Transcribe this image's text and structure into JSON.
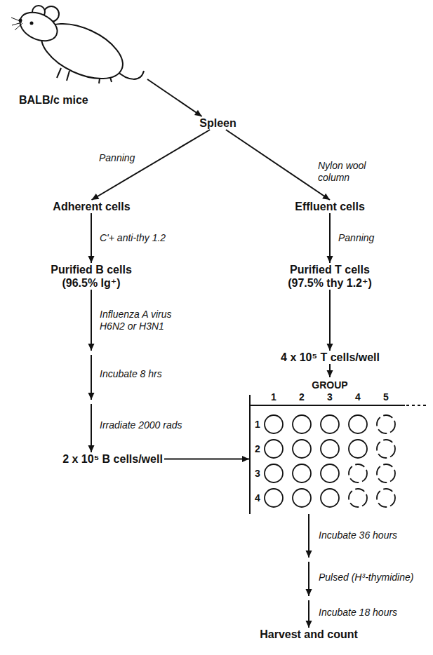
{
  "diagram": {
    "nodes": [
      {
        "text": [
          "BALB/c mice"
        ]
      },
      {
        "text": [
          "Spleen"
        ]
      },
      {
        "text": [
          "Adherent cells"
        ]
      },
      {
        "text": [
          "Effluent cells"
        ]
      },
      {
        "text": [
          "Purified B cells",
          "(96.5% Ig⁺)"
        ]
      },
      {
        "text": [
          "Purified T cells",
          "(97.5% thy 1.2⁺)"
        ]
      },
      {
        "text": [
          "2 x 10⁵ B cells/well"
        ]
      },
      {
        "text": [
          "4 x 10⁵ T cells/well"
        ]
      },
      {
        "text": [
          "GROUP"
        ]
      },
      {
        "text": [
          "Harvest and count"
        ]
      }
    ],
    "edges": [
      {
        "from": 0,
        "to": 1,
        "arrow": "to"
      },
      {
        "from": 1,
        "to": 2,
        "arrow": "to",
        "label": "Panning"
      },
      {
        "from": 1,
        "to": 3,
        "arrow": "to",
        "label": "Nylon wool column"
      },
      {
        "from": 2,
        "to": 4,
        "arrow": "to",
        "label": "C'+ anti-thy 1.2"
      },
      {
        "from": 3,
        "to": 5,
        "arrow": "to",
        "label": "Panning"
      },
      {
        "from": 4,
        "to": 6,
        "arrow": "to"
      },
      {
        "from": 5,
        "to": 7,
        "arrow": "to"
      },
      {
        "from": 6,
        "to": 8,
        "arrow": "to"
      },
      {
        "from": 7,
        "to": 8,
        "arrow": "to"
      },
      {
        "from": 8,
        "to": 9,
        "arrow": "to"
      }
    ],
    "labels": [
      "Influenza A virus H6N2 or H3N1",
      "Incubate 8 hrs",
      "Irradiate 2000 rads",
      "1",
      "2",
      "3",
      "4",
      "5",
      "1",
      "2",
      "3",
      "4",
      "Incubate 36 hours",
      "Pulsed (H³-thymidine)",
      "Incubate 18 hours"
    ]
  }
}
